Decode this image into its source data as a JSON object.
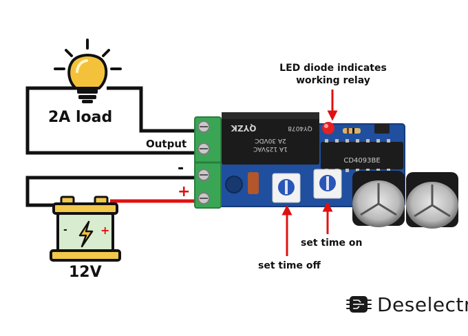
{
  "labels": {
    "load": "2A load",
    "battery": "12V",
    "output": "Output",
    "led_note": "LED diode indicates working relay",
    "set_on": "set time on",
    "set_off": "set time off",
    "minus": "-",
    "plus": "+"
  },
  "components": {
    "relay": {
      "line1": "QY4078",
      "line2": "1A 125VAC",
      "line3": "2A 30VDC",
      "brand": "QYZK"
    },
    "ic": {
      "part": "CD4093BE"
    }
  },
  "brand": {
    "name": "Deselectra"
  },
  "colors": {
    "wire": "#111111",
    "positive_wire": "#e01010",
    "pcb": "#1f4f9e",
    "terminal": "#3aa655",
    "relay_body": "#1b1b1b",
    "bulb": "#f4c23a",
    "arrow": "#e01010",
    "battery_body": "#d8ecd0",
    "battery_top": "#f2c84b"
  },
  "icons": [
    "lightbulb-icon",
    "battery-icon",
    "lightning-icon",
    "chip-logo-icon"
  ]
}
